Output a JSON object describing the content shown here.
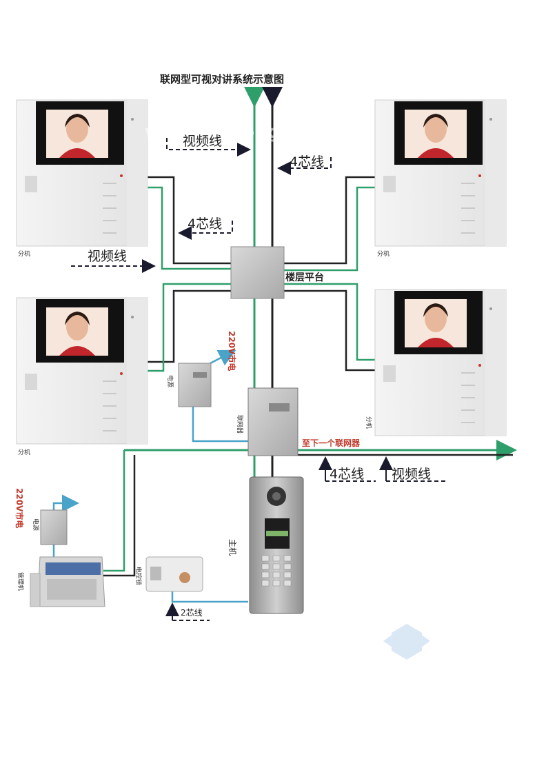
{
  "title": "联网型可视对讲系统示意图",
  "watermark": "www.zhulong.com",
  "labels": {
    "video_line": "视频线",
    "four_core": "4芯线",
    "two_core": "2芯线",
    "floor_platform": "楼层平台",
    "power_220v": "220V市电",
    "to_next_router": "至下一个联网器",
    "extension": "分机",
    "main_unit": "主机",
    "power_supply": "电源",
    "network_router": "联网器",
    "management_machine": "管理机",
    "electric_lock": "电控锁"
  },
  "colors": {
    "video_line": "#2e9e6a",
    "four_core_line": "#222222",
    "power_line": "#4aa3c9",
    "power_text": "#c0392b",
    "arrow": "#1a1a2e"
  }
}
